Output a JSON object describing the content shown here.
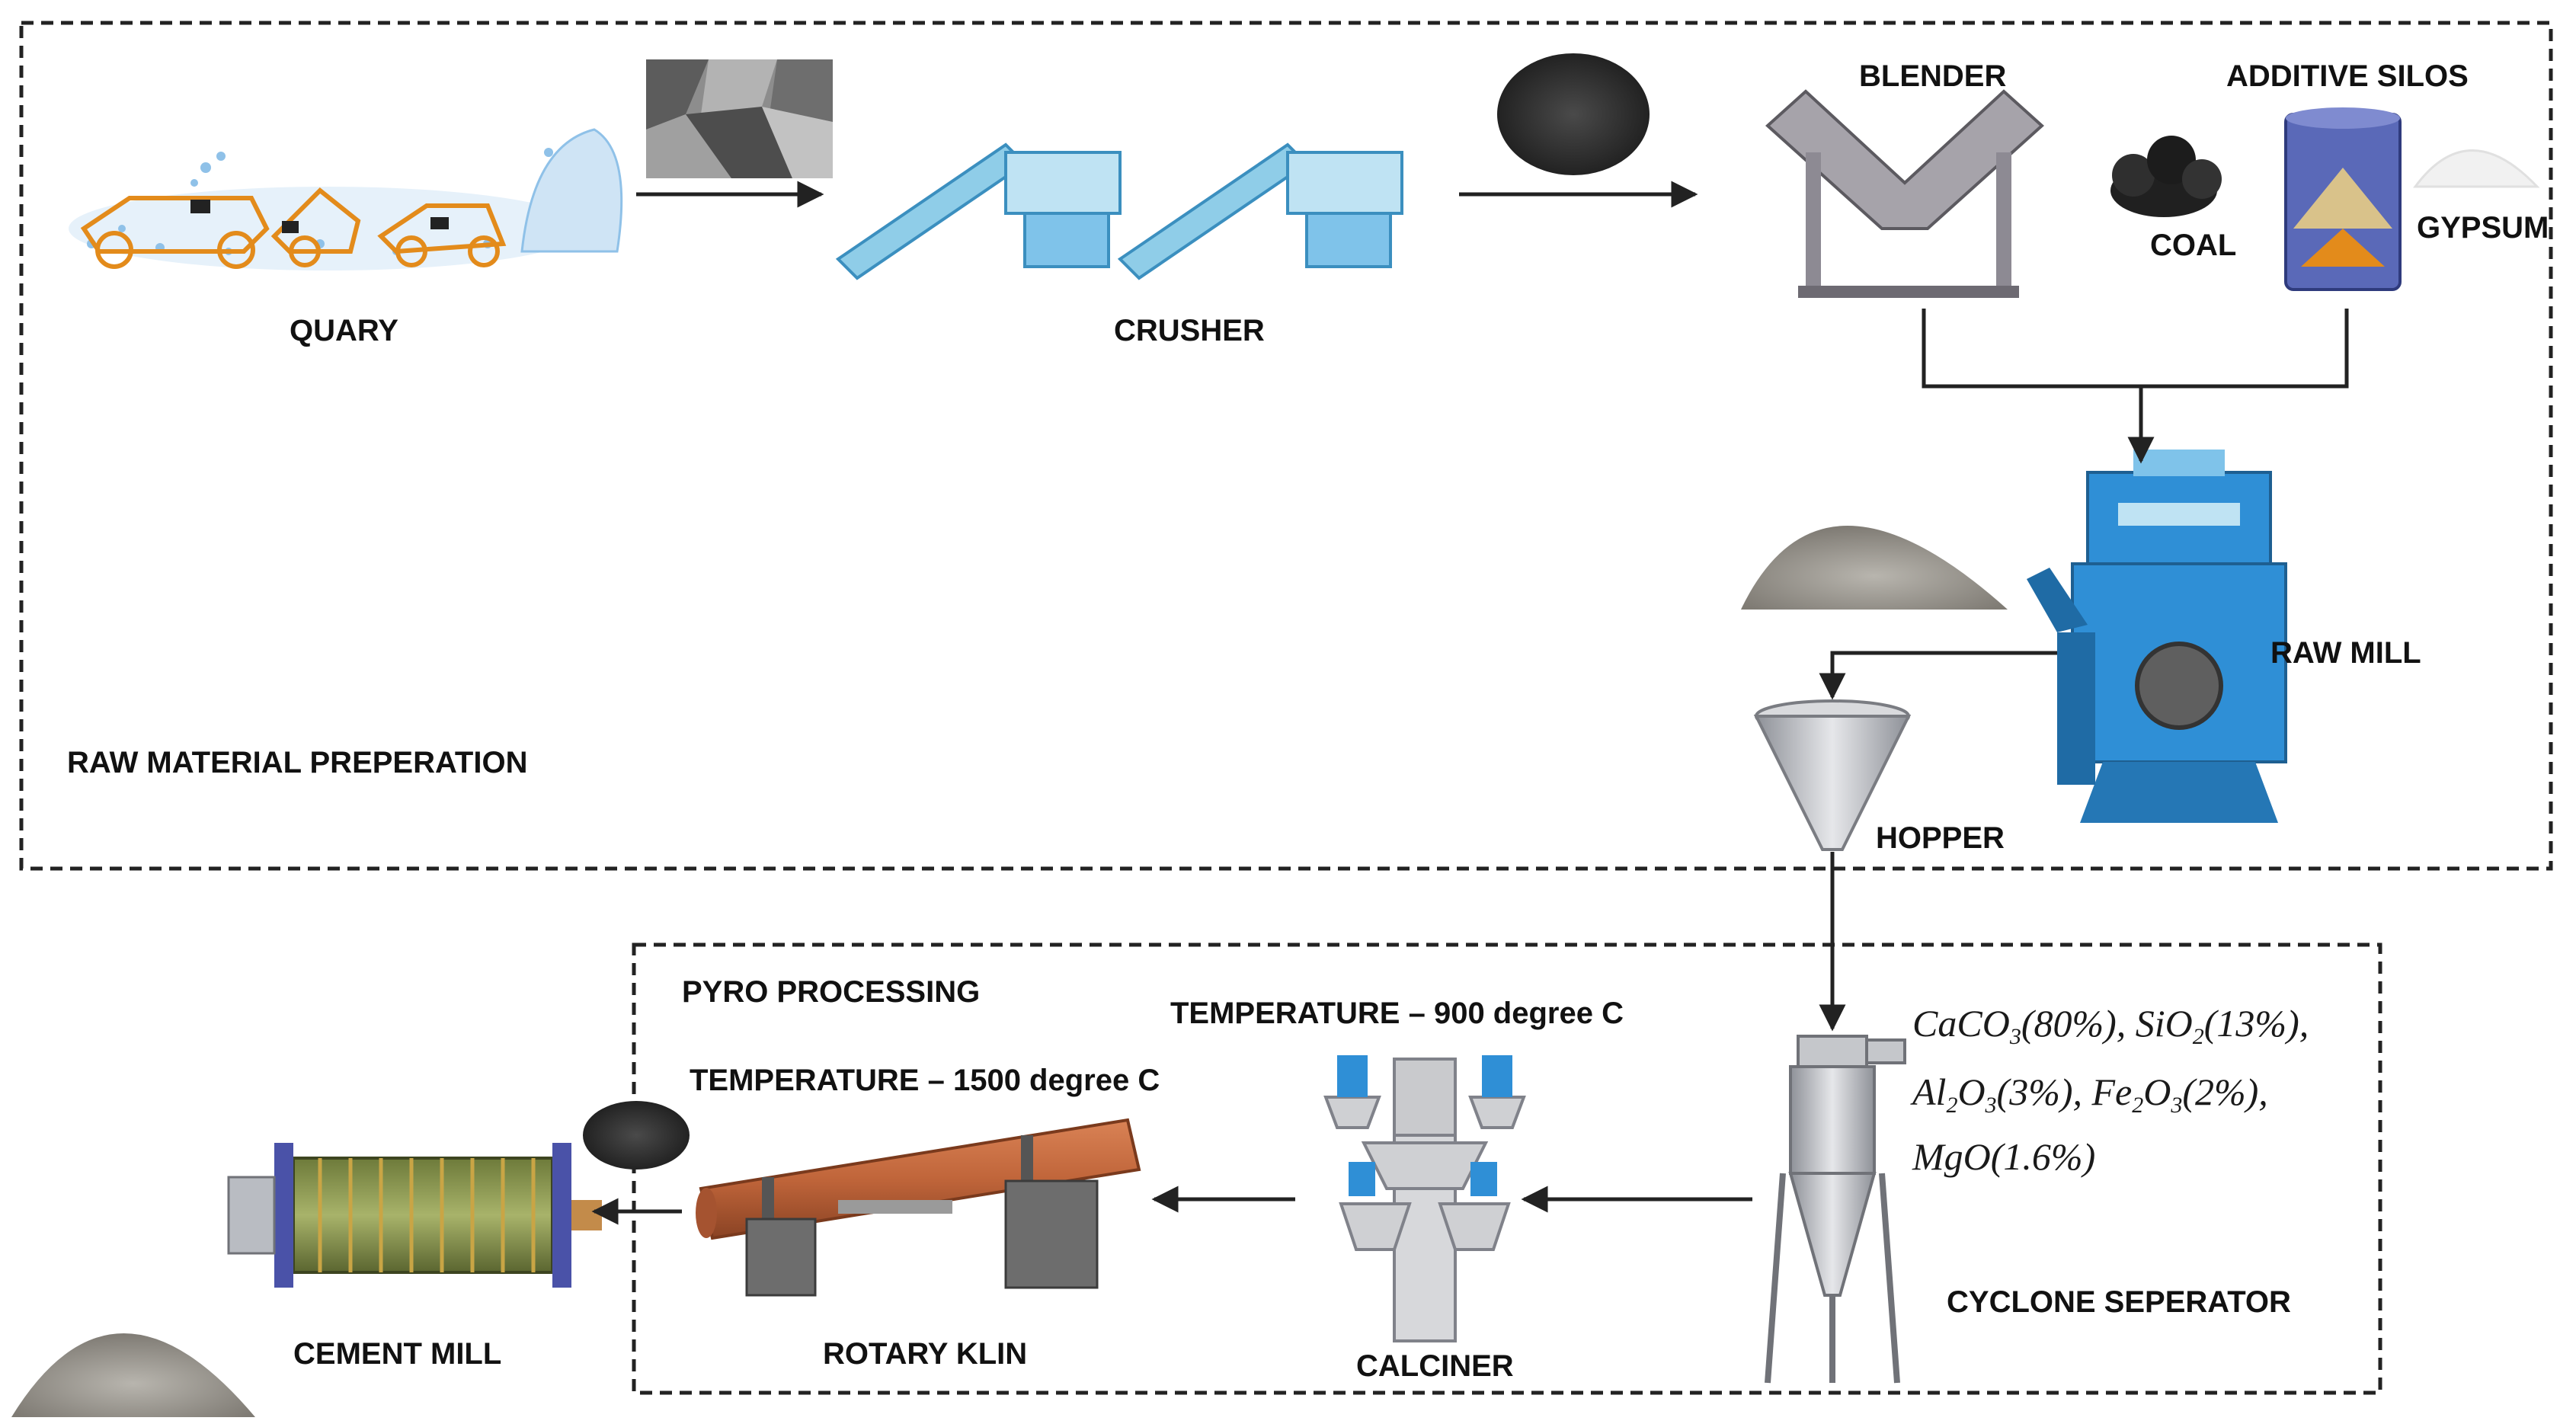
{
  "colors": {
    "border": "#222222",
    "label": "#111111",
    "arrow": "#222222",
    "kiln": "#c0653a",
    "machine_blue": "#2f8fd6",
    "machine_blue_light": "#7fc3ea",
    "steel": "#b9bcc2",
    "coal": "#2b2b2b"
  },
  "sections": {
    "raw_material": "RAW MATERIAL PREPERATION",
    "pyro": "PYRO PROCESSING"
  },
  "labels": {
    "quary": "QUARY",
    "crusher": "CRUSHER",
    "blender": "BLENDER",
    "additive_silos": "ADDITIVE SILOS",
    "coal": "COAL",
    "gypsum": "GYPSUM",
    "raw_mill": "RAW MILL",
    "hopper": "HOPPER",
    "cyclone": "CYCLONE SEPERATOR",
    "calciner": "CALCINER",
    "rotary_kiln": "ROTARY KLIN",
    "cement_mill": "CEMENT MILL"
  },
  "temperatures": {
    "calciner": "TEMPERATURE – 900 degree C",
    "kiln": "TEMPERATURE – 1500 degree C"
  },
  "composition": {
    "caco3": {
      "pre": "CaCO",
      "sub": "3",
      "pct": "(80%),"
    },
    "sio2": {
      "pre": "SiO",
      "sub": "2",
      "pct": "(13%),"
    },
    "al2o3": {
      "a": "Al",
      "a_sub": "2",
      "b": "O",
      "b_sub": "3",
      "pct": "(3%),"
    },
    "fe2o3": {
      "a": "Fe",
      "a_sub": "2",
      "b": "O",
      "b_sub": "3",
      "pct": "(2%),"
    },
    "mgo": {
      "pre": "MgO",
      "pct": "(1.6%)"
    }
  }
}
